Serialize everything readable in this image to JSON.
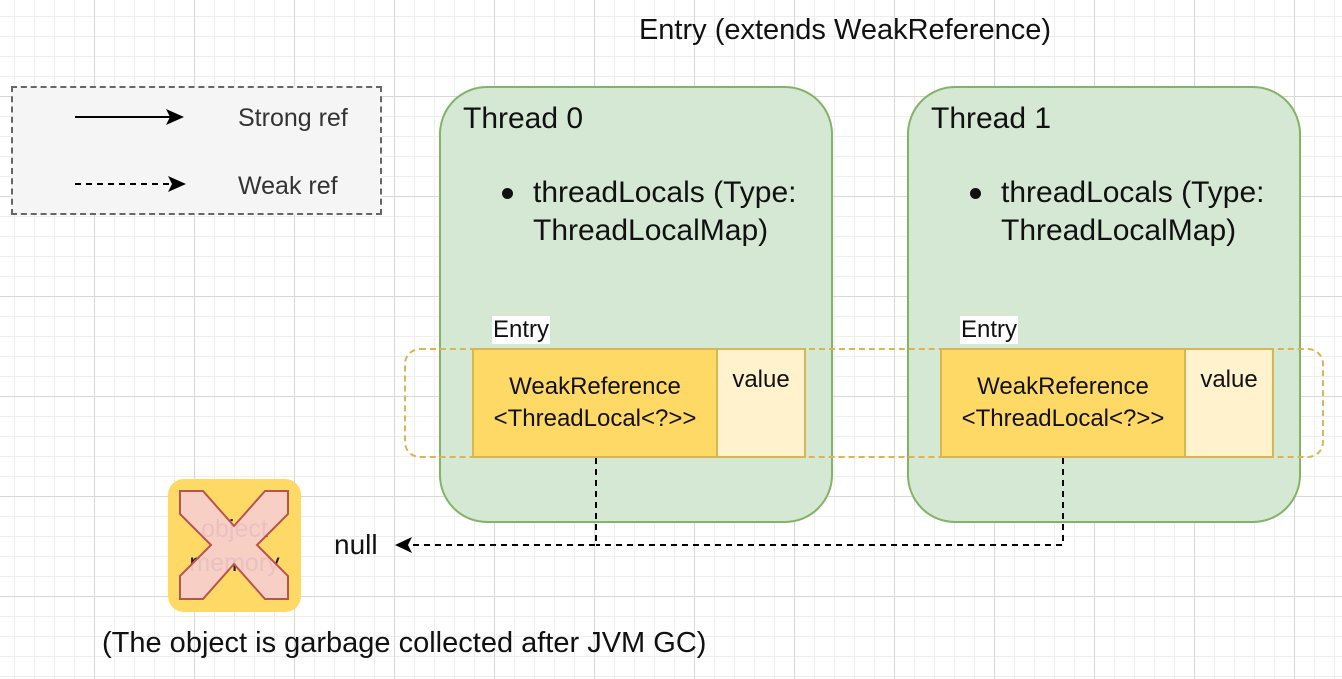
{
  "title": "Entry (extends WeakReference)",
  "legend": {
    "strong_label": "Strong ref",
    "weak_label": "Weak ref"
  },
  "threads": [
    {
      "name": "Thread 0",
      "bullet_line1": "threadLocals (Type:",
      "bullet_line2": "ThreadLocalMap)",
      "entry_label": "Entry",
      "weakref_line1": "WeakReference",
      "weakref_line2": "<ThreadLocal<?>>",
      "value_label": "value"
    },
    {
      "name": "Thread 1",
      "bullet_line1": "threadLocals (Type:",
      "bullet_line2": "ThreadLocalMap)",
      "entry_label": "Entry",
      "weakref_line1": "WeakReference",
      "weakref_line2": "<ThreadLocal<?>>",
      "value_label": "value"
    }
  ],
  "gc_object": {
    "line1": "object",
    "line2": "memory"
  },
  "null_label": "null",
  "caption": "(The object is garbage collected after JVM GC)",
  "colors": {
    "thread_fill": "#d5e8d4",
    "thread_stroke": "#82b366",
    "entry_fill": "#ffd966",
    "entry_stroke": "#d6b656",
    "value_fill": "#fff2cc",
    "cross_fill": "#f8cecc",
    "cross_stroke": "#b85450"
  }
}
